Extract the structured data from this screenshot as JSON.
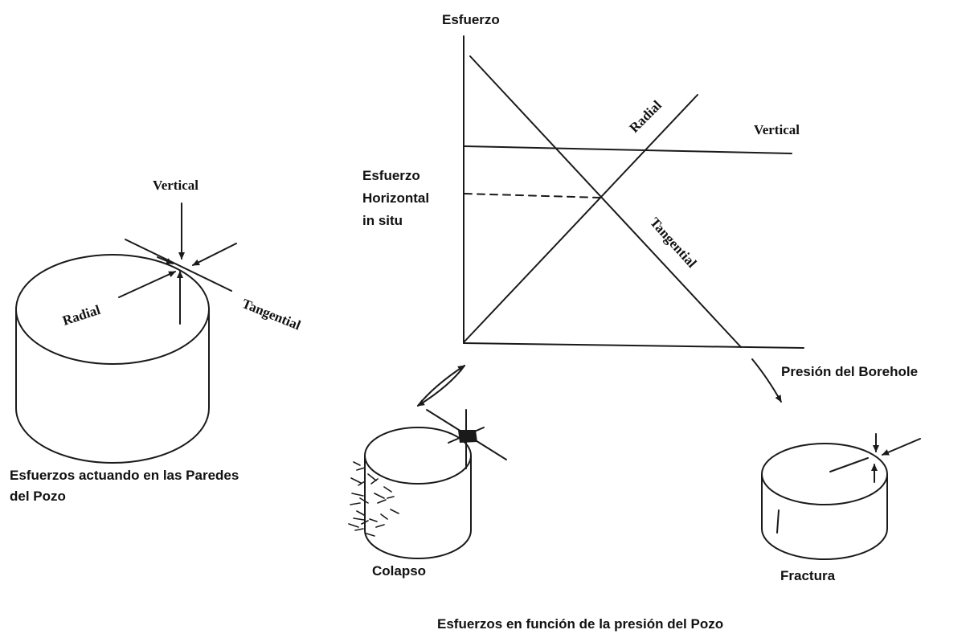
{
  "graph": {
    "y_axis_label": "Esfuerzo",
    "x_axis_label": "Presión del Borehole",
    "horizontal_stress_label_1": "Esfuerzo",
    "horizontal_stress_label_2": "Horizontal",
    "horizontal_stress_label_3": "in situ",
    "line_labels": {
      "radial": "Radial",
      "vertical": "Vertical",
      "tangential": "Tangential"
    }
  },
  "left_figure": {
    "labels": {
      "vertical": "Vertical",
      "radial": "Radial",
      "tangential": "Tangential"
    },
    "caption_line_1": "Esfuerzos actuando en las Paredes",
    "caption_line_2": "del Pozo"
  },
  "outcomes": {
    "collapse_label": "Colapso",
    "fracture_label": "Fractura"
  },
  "bottom_caption": "Esfuerzos en función de la presión del Pozo"
}
